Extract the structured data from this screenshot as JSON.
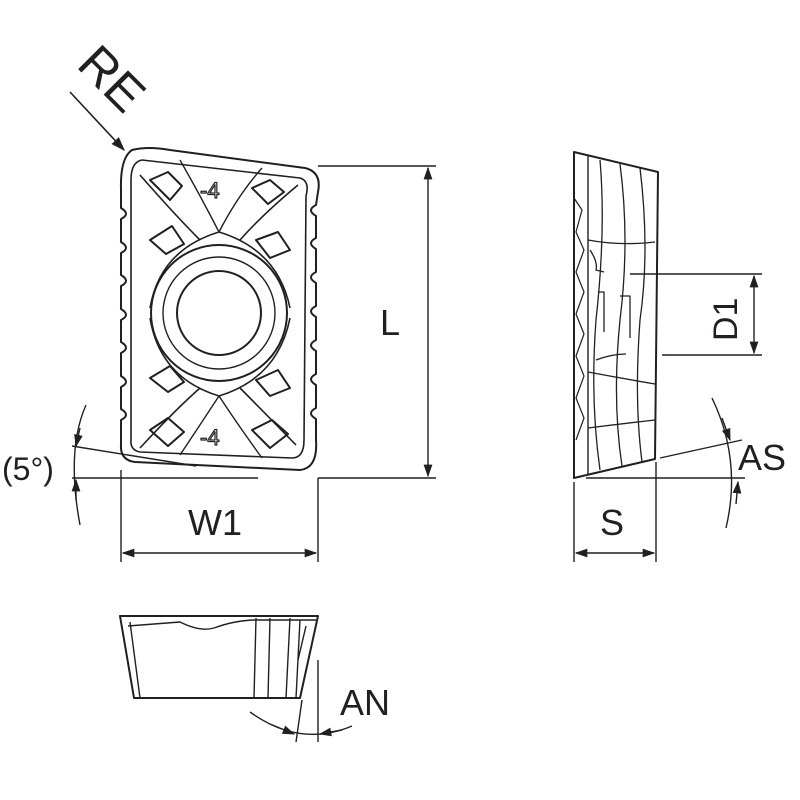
{
  "labels": {
    "corner_radius": "RE",
    "length": "L",
    "bore_diameter": "D1",
    "clearance_angle": "(5°)",
    "axial_angle": "AS",
    "width": "W1",
    "thickness": "S",
    "normal_angle": "AN"
  },
  "colors": {
    "stroke": "#231f20",
    "background": "#ffffff"
  }
}
